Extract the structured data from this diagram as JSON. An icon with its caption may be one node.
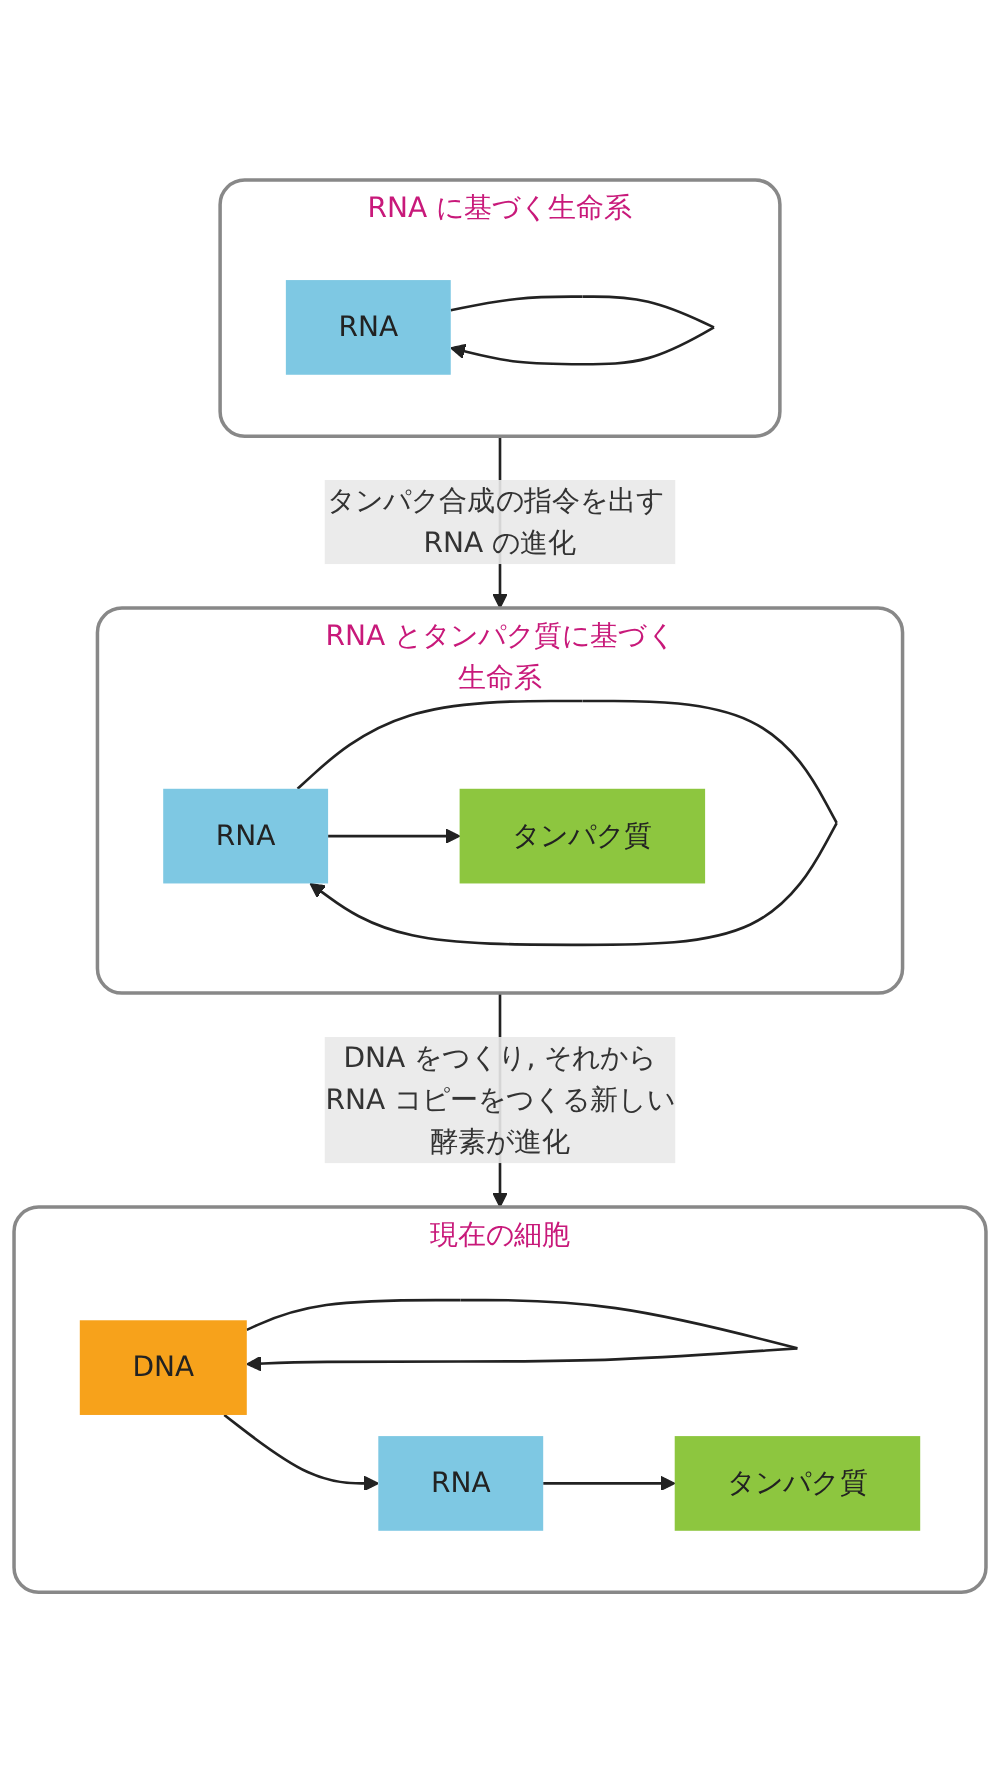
{
  "diagram": {
    "nodes": [
      {
        "text": [
          "RNA に基づく生命系"
        ]
      },
      {
        "text": [
          "RNA"
        ],
        "in": 0
      },
      {
        "text": [
          "RNA とタンパク質に基づく生命系"
        ]
      },
      {
        "text": [
          "RNA"
        ],
        "in": 2
      },
      {
        "text": [
          "タンパク質"
        ],
        "in": 2
      },
      {
        "text": [
          "現在の細胞"
        ]
      },
      {
        "text": [
          "DNA"
        ],
        "in": 5
      },
      {
        "text": [
          "RNA"
        ],
        "in": 5
      },
      {
        "text": [
          "タンパク質"
        ],
        "in": 5
      }
    ],
    "edges": [
      {
        "from": 1,
        "to": 1,
        "arrow": "to"
      },
      {
        "from": 0,
        "to": 2,
        "arrow": "to",
        "label": "タンパク合成の指令を出す RNA の進化"
      },
      {
        "from": 3,
        "to": 3,
        "arrow": "to"
      },
      {
        "from": 3,
        "to": 4,
        "arrow": "to"
      },
      {
        "from": 2,
        "to": 5,
        "arrow": "to",
        "label": "DNA をつくり, それからRNA コピーをつくる新しい酵素が進化"
      },
      {
        "from": 6,
        "to": 6,
        "arrow": "to"
      },
      {
        "from": 6,
        "to": 7,
        "arrow": "to"
      },
      {
        "from": 7,
        "to": 8,
        "arrow": "to"
      }
    ]
  }
}
